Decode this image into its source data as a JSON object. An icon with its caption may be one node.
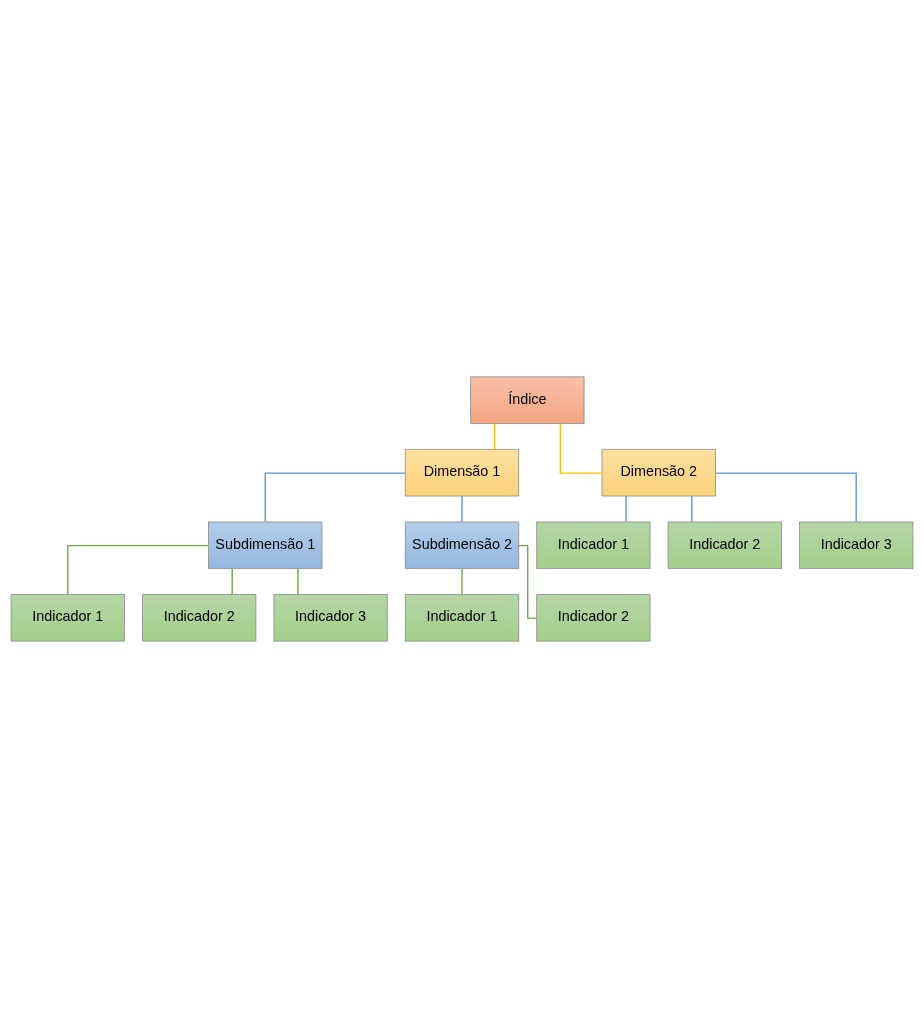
{
  "diagram": {
    "nodes": [
      {
        "text": [
          "Índice"
        ]
      },
      {
        "text": [
          "Dimensão 1"
        ]
      },
      {
        "text": [
          "Dimensão 2"
        ]
      },
      {
        "text": [
          "Subdimensão 1"
        ]
      },
      {
        "text": [
          "Subdimensão 2"
        ]
      },
      {
        "text": [
          "Indicador 1"
        ]
      },
      {
        "text": [
          "Indicador 2"
        ]
      },
      {
        "text": [
          "Indicador 3"
        ]
      },
      {
        "text": [
          "Indicador 1"
        ]
      },
      {
        "text": [
          "Indicador 2"
        ]
      },
      {
        "text": [
          "Indicador 1"
        ]
      },
      {
        "text": [
          "Indicador 2"
        ]
      },
      {
        "text": [
          "Indicador 3"
        ]
      }
    ],
    "edges": [
      {
        "from": 0,
        "to": 1,
        "arrow": "none",
        "color": "#ffc000"
      },
      {
        "from": 0,
        "to": 2,
        "arrow": "none",
        "color": "#ffc000"
      },
      {
        "from": 1,
        "to": 3,
        "arrow": "none",
        "color": "#5b9bd5"
      },
      {
        "from": 1,
        "to": 4,
        "arrow": "none",
        "color": "#5b9bd5"
      },
      {
        "from": 3,
        "to": 5,
        "arrow": "none",
        "color": "#70ad47"
      },
      {
        "from": 3,
        "to": 6,
        "arrow": "none",
        "color": "#70ad47"
      },
      {
        "from": 3,
        "to": 7,
        "arrow": "none",
        "color": "#70ad47"
      },
      {
        "from": 4,
        "to": 8,
        "arrow": "none",
        "color": "#70ad47"
      },
      {
        "from": 4,
        "to": 9,
        "arrow": "none",
        "color": "#70ad47"
      },
      {
        "from": 2,
        "to": 10,
        "arrow": "none",
        "color": "#5b9bd5"
      },
      {
        "from": 2,
        "to": 11,
        "arrow": "none",
        "color": "#5b9bd5"
      },
      {
        "from": 2,
        "to": 12,
        "arrow": "none",
        "color": "#5b9bd5"
      }
    ]
  }
}
